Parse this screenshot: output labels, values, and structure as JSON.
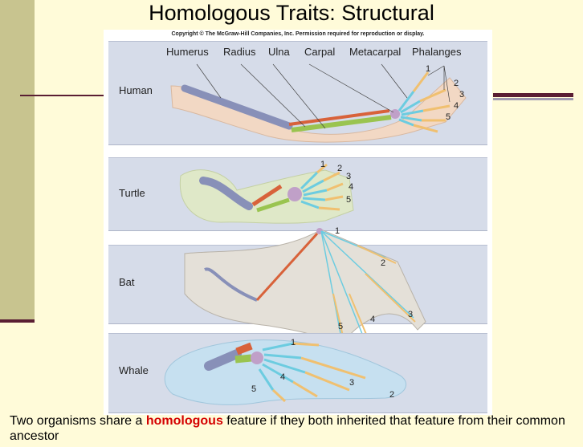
{
  "title": "Homologous Traits: Structural",
  "copyright": "Copyright © The McGraw-Hill Companies, Inc. Permission required for reproduction or display.",
  "bone_labels": [
    "Humerus",
    "Radius",
    "Ulna",
    "Carpal",
    "Metacarpal",
    "Phalanges"
  ],
  "animals": [
    "Human",
    "Turtle",
    "Bat",
    "Whale"
  ],
  "digits": [
    "1",
    "2",
    "3",
    "4",
    "5"
  ],
  "caption": {
    "before": "Two organisms share a ",
    "highlight": "homologous",
    "after": " feature if they both inherited that feature from their common ancestor"
  },
  "colors": {
    "humerus": "#8890b8",
    "radius": "#d8623a",
    "ulna": "#9ac450",
    "carpal": "#c0a0c8",
    "metacarpal": "#6ccce0",
    "phalanges": "#f0c070",
    "highlight": "#d40000"
  }
}
